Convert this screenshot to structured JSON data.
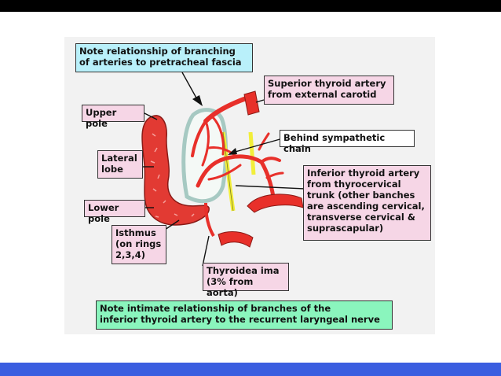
{
  "labels": {
    "pretracheal_note": "Note relationship of branching\nof arteries to pretracheal fascia",
    "superior_thyroid": "Superior thyroid artery\nfrom external carotid",
    "upper_pole": "Upper pole",
    "behind_sympathetic": "Behind sympathetic chain",
    "lateral_lobe": "Lateral\nlobe",
    "inferior_thyroid": "Inferior thyroid artery\nfrom thyrocervical\ntrunk (other banches\nare ascending cervical,\ntransverse cervical &\nsuprascapular)",
    "lower_pole": "Lower pole",
    "isthmus": "Isthmus\n(on rings\n2,3,4)",
    "thyroidea_ima": "Thyroidea ima\n(3% from aorta)",
    "nerve_note": "Note intimate relationship of branches of the\ninferior thyroid artery to the recurrent laryngeal nerve"
  },
  "colors": {
    "artery": "#e8302a",
    "thyroid": "#e23a33",
    "fascia": "#a6c9c2",
    "nerve": "#f2ee3a",
    "cyan_box": "#b9f0fa",
    "pink_box": "#f6d6e6",
    "green_box": "#8af5bd",
    "top_bar": "#000000",
    "bottom_bar": "#3b5ee0"
  }
}
